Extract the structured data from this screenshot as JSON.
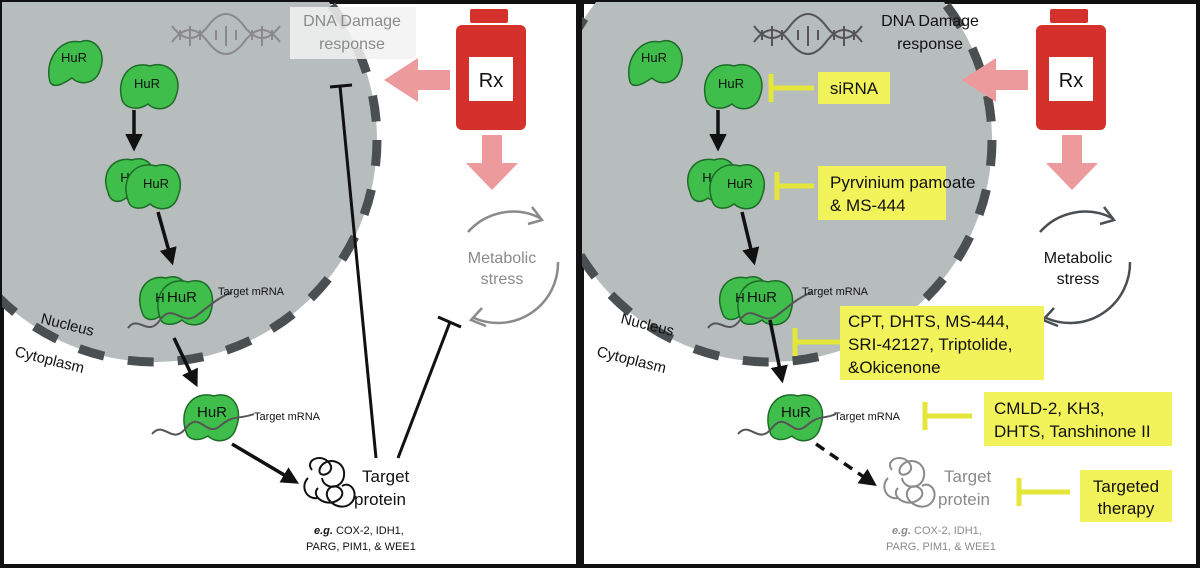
{
  "left": {
    "dna_label_line1": "DNA Damage",
    "dna_label_line2": "response",
    "rx": "Rx",
    "metabolic_line1": "Metabolic",
    "metabolic_line2": "stress",
    "hur": "HuR",
    "hur_partial": "H",
    "target_mrna_nucleus": "Target mRNA",
    "target_mrna_cytoplasm": "Target mRNA",
    "nucleus": "Nucleus",
    "cytoplasm": "Cytoplasm",
    "target_protein_line1": "Target",
    "target_protein_line2": "protein",
    "eg_prefix": "e.g.",
    "eg_line1_rest": " COX-2, IDH1,",
    "eg_line2": "PARG, PIM1, & WEE1"
  },
  "right": {
    "dna_label_line1": "DNA Damage",
    "dna_label_line2": "response",
    "rx": "Rx",
    "metabolic_line1": "Metabolic",
    "metabolic_line2": "stress",
    "hur": "HuR",
    "hur_partial": "H",
    "target_mrna_nucleus": "Target mRNA",
    "target_mrna_cytoplasm": "Target mRNA",
    "nucleus": "Nucleus",
    "cytoplasm": "Cytoplasm",
    "target_protein_line1": "Target",
    "target_protein_line2": "protein",
    "eg_prefix": "e.g.",
    "eg_line1_rest": " COX-2, IDH1,",
    "eg_line2": "PARG, PIM1, & WEE1",
    "inhibitors": {
      "sirna": "siRNA",
      "pyrvinium_line1": "Pyrvinium pamoate",
      "pyrvinium_line2": "& MS-444",
      "cpt_line1": "CPT, DHTS, MS-444,",
      "cpt_line2": "SRI-42127, Triptolide,",
      "cpt_line3": "&Okicenone",
      "cmld_line1": "CMLD-2, KH3,",
      "cmld_line2": "DHTS, Tanshinone II",
      "targeted_line1": "Targeted",
      "targeted_line2": "therapy"
    }
  },
  "colors": {
    "hur_green": "#3fbe4b",
    "hur_outline": "#1d6b28",
    "nucleus_gray": "#b7bcbd",
    "membrane": "#4a4f52",
    "rx_red": "#d4312c",
    "arrow_pink": "#ec9a9b",
    "highlight_yellow": "#f2f25a",
    "inhibitor_yellow": "#e4e63a",
    "faded_gray": "#8a8a8a"
  }
}
